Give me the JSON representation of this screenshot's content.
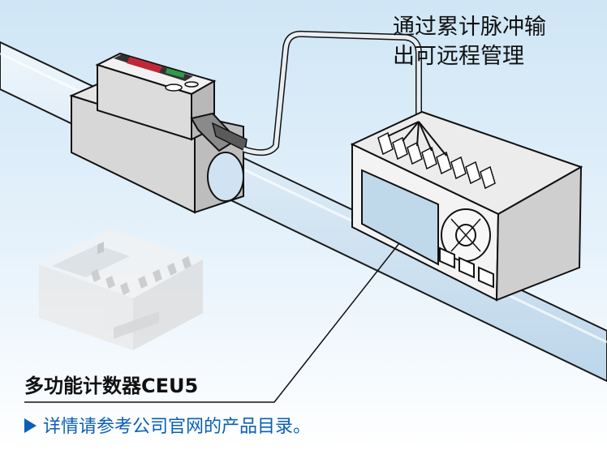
{
  "callout_top": {
    "line1": "通过累计脉冲输",
    "line2": "出可远程管理"
  },
  "callout_bottom": {
    "label": "多功能计数器CEU5"
  },
  "catalog_link": {
    "label": "详情请参考公司官网的产品目录。",
    "icon": "right-triangle-icon"
  },
  "colors": {
    "background_top": "#cfe6f6",
    "background_bottom": "#ffffff",
    "link": "#0a5fb4",
    "pipe": "#cfe3f2"
  }
}
